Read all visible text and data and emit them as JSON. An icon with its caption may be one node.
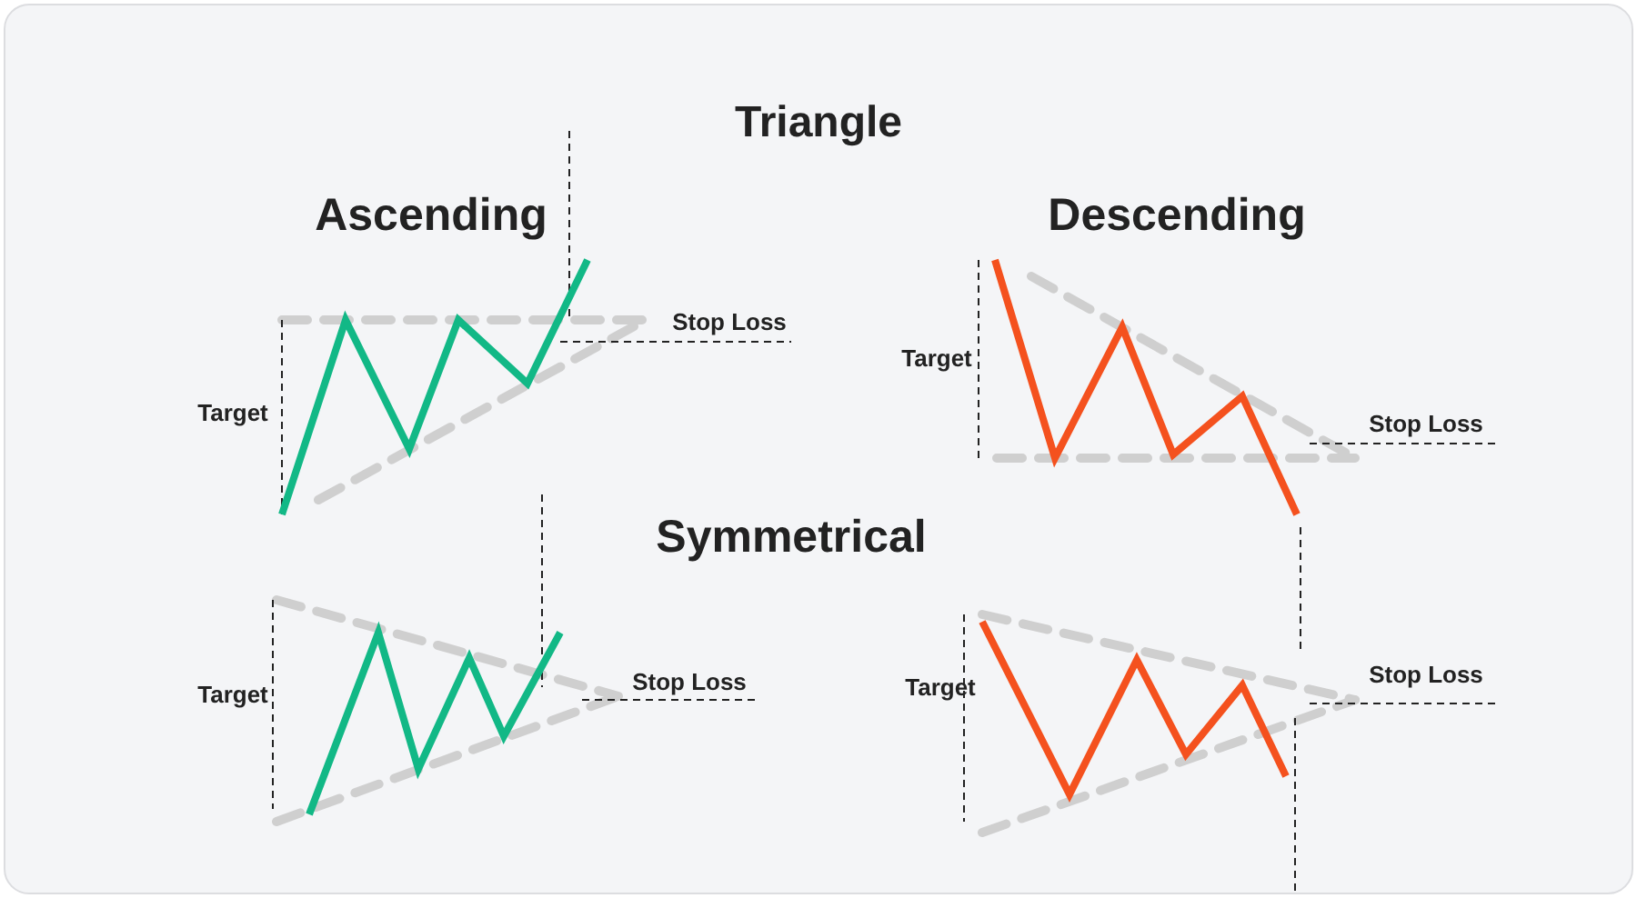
{
  "diagram": {
    "title": "Triangle",
    "labels": [
      "Ascending",
      "Descending",
      "Stop Loss",
      "Target",
      "Target",
      "Stop Loss",
      "Symmetrical",
      "Stop Loss",
      "Stop Loss",
      "Target",
      "Target"
    ]
  }
}
